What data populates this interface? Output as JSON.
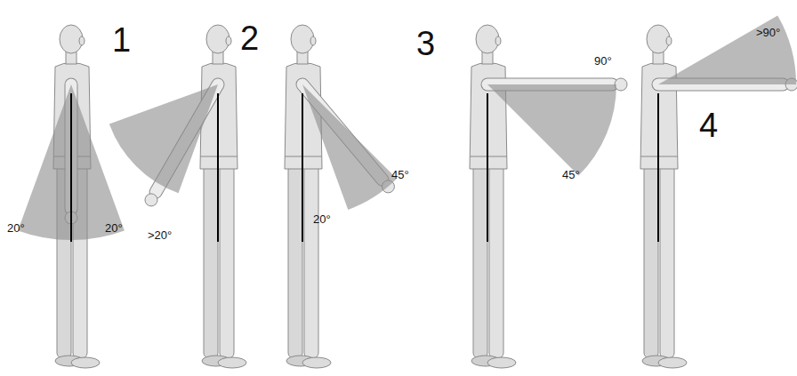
{
  "diagram": {
    "labels": [
      "1",
      "20°",
      "20°",
      "2",
      ">20°",
      "20°",
      "45°",
      "3",
      "90°",
      "45°",
      ">90°",
      "4"
    ]
  }
}
